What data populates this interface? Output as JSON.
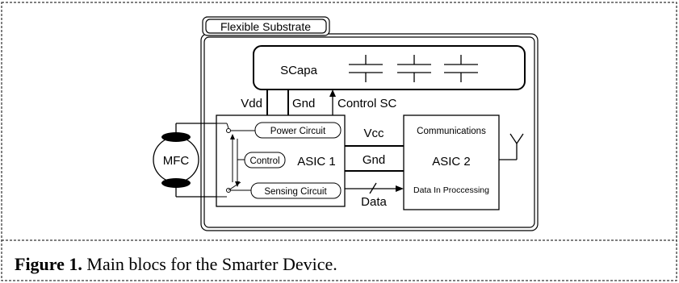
{
  "diagram": {
    "substrate_label": "Flexible Substrate",
    "scapa_label": "SCapa",
    "vdd_label": "Vdd",
    "gnd_top_label": "Gnd",
    "control_sc_label": "Control SC",
    "mfc_label": "MFC",
    "power_circuit_label": "Power Circuit",
    "control_label": "Control",
    "asic1_label": "ASIC 1",
    "sensing_circuit_label": "Sensing Circuit",
    "vcc_label": "Vcc",
    "gnd_mid_label": "Gnd",
    "data_label": "Data",
    "communications_label": "Communications",
    "asic2_label": "ASIC 2",
    "data_processing_label": "Data In Proccessing",
    "antenna_icon": "antenna-icon",
    "capacitor_icon": "capacitor-icon"
  },
  "caption": {
    "prefix": "Figure 1.",
    "text": " Main blocs for the Smarter Device."
  }
}
